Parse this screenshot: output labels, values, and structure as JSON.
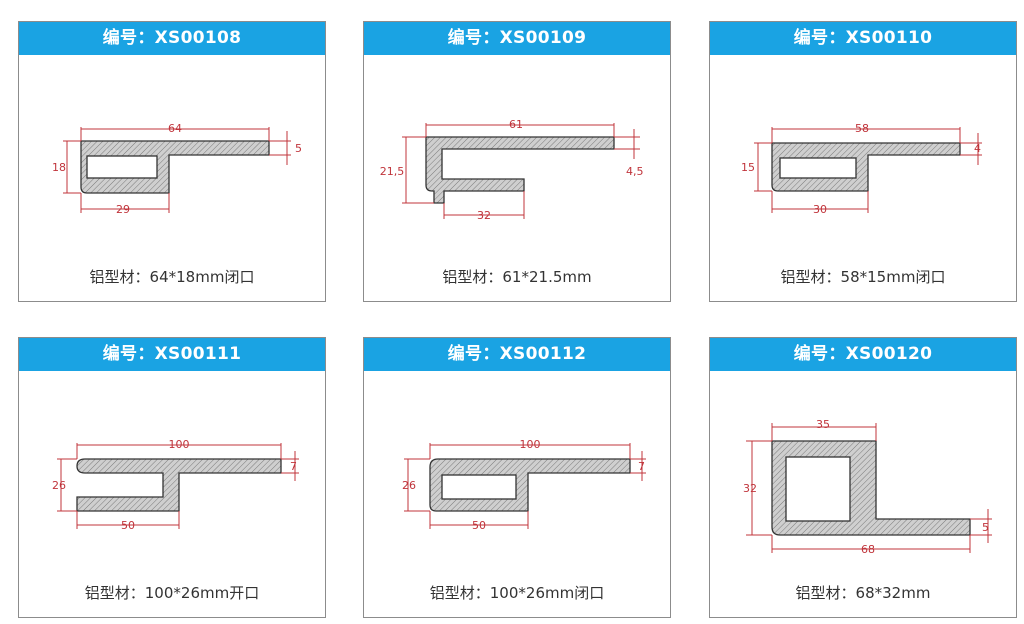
{
  "cards": [
    {
      "title": "编号：XS00108",
      "caption": "铝型材：64*18mm闭口",
      "dims": [
        "64",
        "18",
        "5",
        "29"
      ]
    },
    {
      "title": "编号：XS00109",
      "caption": "铝型材：61*21.5mm",
      "dims": [
        "61",
        "21,5",
        "4,5",
        "32"
      ]
    },
    {
      "title": "编号：XS00110",
      "caption": "铝型材：58*15mm闭口",
      "dims": [
        "58",
        "15",
        "4",
        "30"
      ]
    },
    {
      "title": "编号：XS00111",
      "caption": "铝型材：100*26mm开口",
      "dims": [
        "100",
        "26",
        "7",
        "50"
      ]
    },
    {
      "title": "编号：XS00112",
      "caption": "铝型材：100*26mm闭口",
      "dims": [
        "100",
        "26",
        "7",
        "50"
      ]
    },
    {
      "title": "编号：XS00120",
      "caption": "铝型材：68*32mm",
      "dims": [
        "35",
        "32",
        "5",
        "68"
      ]
    }
  ]
}
